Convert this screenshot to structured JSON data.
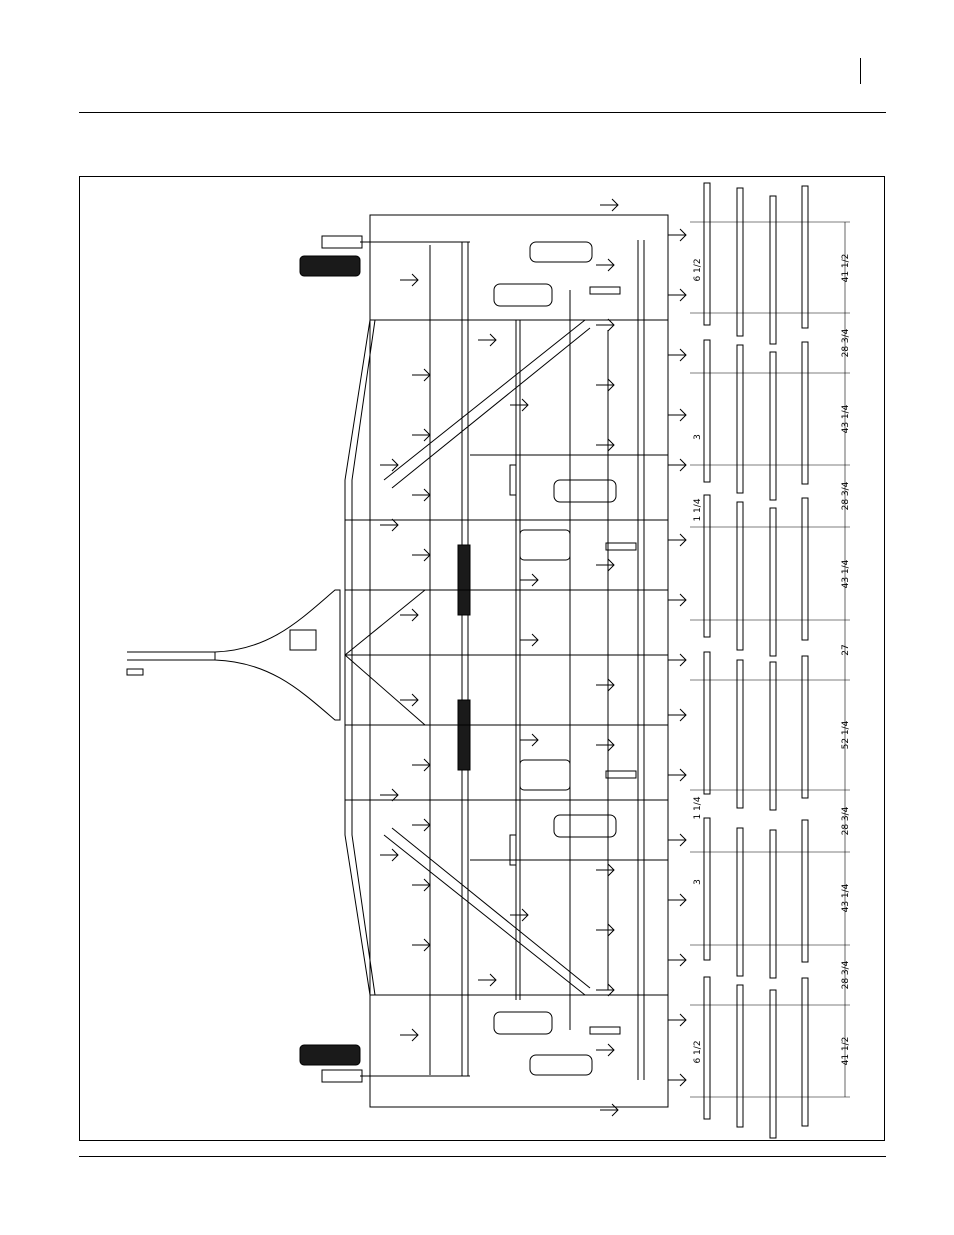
{
  "drawing": {
    "orientation": "rotated-90",
    "colors": {
      "line": "#000000",
      "paper": "#ffffff",
      "tire": "#1a1a1a",
      "shade": "#d9d9d9"
    },
    "dimensions_right": [
      "41 1/2",
      "28 3/4",
      "43 1/4",
      "28 3/4",
      "43 1/4",
      "27",
      "52 1/4",
      "28 3/4",
      "43 1/4",
      "28 3/4",
      "41 1/2"
    ],
    "dimensions_inner": [
      "6 1/2",
      "3",
      "1 1/4",
      "1 1/4",
      "3",
      "6 1/2"
    ]
  }
}
